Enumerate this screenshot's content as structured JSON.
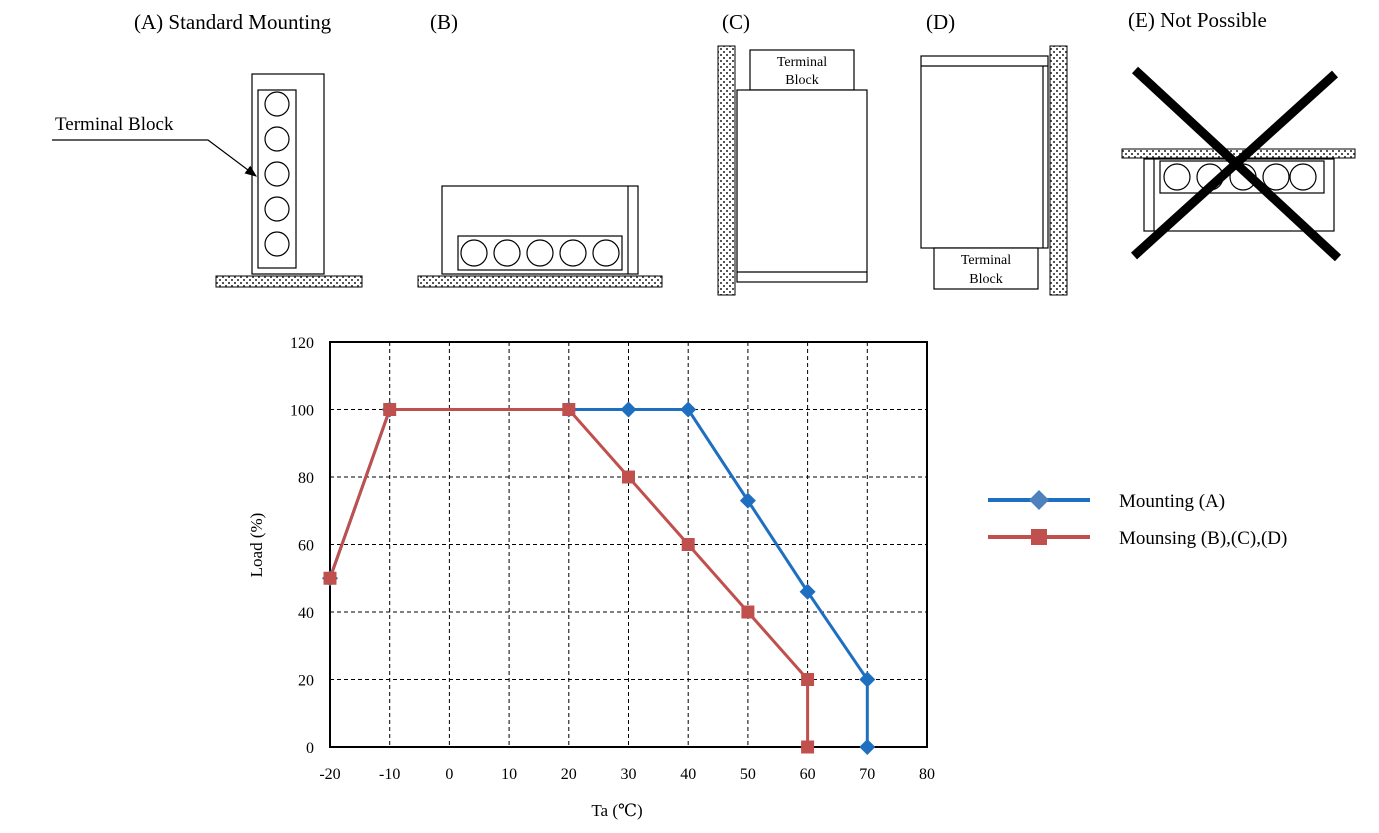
{
  "diagrams": {
    "a": {
      "caption": "(A) Standard Mounting",
      "callout": "Terminal Block"
    },
    "b": {
      "caption": "(B)"
    },
    "c": {
      "caption": "(C)",
      "block_line1": "Terminal",
      "block_line2": "Block"
    },
    "d": {
      "caption": "(D)",
      "block_line1": "Terminal",
      "block_line2": "Block"
    },
    "e": {
      "caption": "(E) Not Possible"
    }
  },
  "colors": {
    "series_a": "#1f6fc0",
    "series_b": "#c0504d"
  },
  "chart_data": {
    "type": "line",
    "title": "",
    "xlabel": "Ta (℃)",
    "ylabel": "Load (%)",
    "xlim": [
      -20,
      80
    ],
    "ylim": [
      0,
      120
    ],
    "xticks": [
      -20,
      -10,
      0,
      10,
      20,
      30,
      40,
      50,
      60,
      70,
      80
    ],
    "yticks": [
      0,
      20,
      40,
      60,
      80,
      100,
      120
    ],
    "grid": true,
    "legend_position": "right",
    "series": [
      {
        "name": "Mounting (A)",
        "marker": "diamond",
        "x": [
          -20,
          -10,
          20,
          30,
          40,
          50,
          60,
          70,
          70
        ],
        "y": [
          50,
          100,
          100,
          100,
          100,
          73,
          46,
          20,
          0
        ]
      },
      {
        "name": "Mounsing (B),(C),(D)",
        "marker": "square",
        "x": [
          -20,
          -10,
          20,
          30,
          40,
          50,
          60,
          60
        ],
        "y": [
          50,
          100,
          100,
          80,
          60,
          40,
          20,
          0
        ]
      }
    ]
  }
}
